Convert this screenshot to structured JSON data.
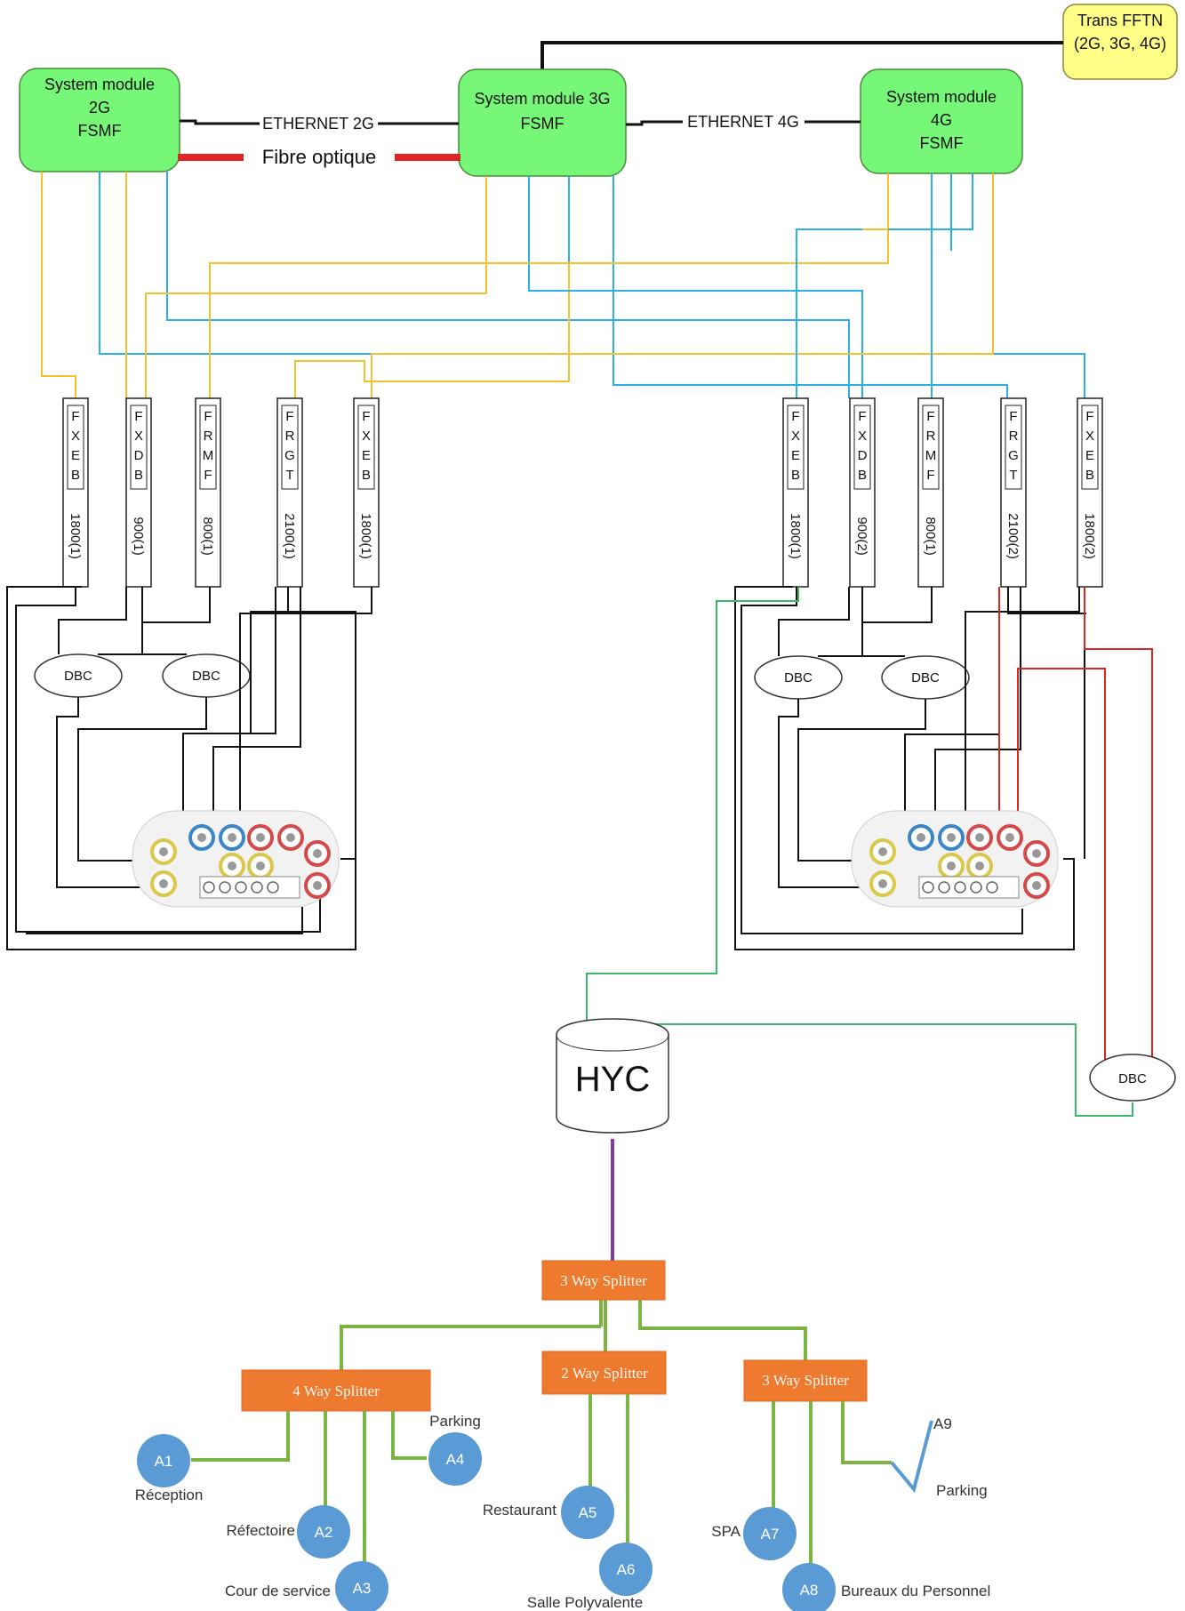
{
  "title_box": {
    "line1": "Trans FFTN",
    "line2": "(2G, 3G, 4G)"
  },
  "system_modules": [
    {
      "id": "2g",
      "line1": "System module",
      "line2": "2G",
      "line3": "FSMF"
    },
    {
      "id": "3g",
      "line1": "System module 3G",
      "line2": "FSMF"
    },
    {
      "id": "4g",
      "line1": "System module",
      "line2": "4G",
      "line3": "FSMF"
    }
  ],
  "links": {
    "eth2g": "ETHERNET 2G",
    "eth4g": "ETHERNET 4G",
    "fibre": "Fibre optique"
  },
  "left_rf_modules": [
    {
      "type": "FXEB",
      "band": "1800(1)"
    },
    {
      "type": "FXDB",
      "band": "900(1)"
    },
    {
      "type": "FRMF",
      "band": "800(1)"
    },
    {
      "type": "FRGT",
      "band": "2100(1)"
    },
    {
      "type": "FXEB",
      "band": "1800(1)"
    }
  ],
  "right_rf_modules": [
    {
      "type": "FXEB",
      "band": "1800(1)"
    },
    {
      "type": "FXDB",
      "band": "900(2)"
    },
    {
      "type": "FRMF",
      "band": "800(1)"
    },
    {
      "type": "FRGT",
      "band": "2100(2)"
    },
    {
      "type": "FXEB",
      "band": "1800(2)"
    }
  ],
  "dbc_label": "DBC",
  "hyc_label": "HYC",
  "splitters": {
    "main": "3 Way Splitter",
    "left": "4 Way Splitter",
    "middle": "2 Way Splitter",
    "right": "3 Way Splitter"
  },
  "antennas": [
    {
      "id": "A1",
      "room": "Réception"
    },
    {
      "id": "A2",
      "room": "Réfectoire"
    },
    {
      "id": "A3",
      "room": "Cour de service"
    },
    {
      "id": "A4",
      "room": "Parking"
    },
    {
      "id": "A5",
      "room": "Restaurant"
    },
    {
      "id": "A6",
      "room": "Salle Polyvalente"
    },
    {
      "id": "A7",
      "room": "SPA"
    },
    {
      "id": "A8",
      "room": "Bureaux du Personnel"
    },
    {
      "id": "A9",
      "room": "Parking"
    }
  ],
  "colors": {
    "system_module": "#77f777",
    "fttn_box": "#ffff88",
    "yellow_cable": "#f5c22e",
    "blue_cable": "#2ab0e6",
    "green_cable": "#3cb86a",
    "red_cable": "#e02424",
    "splitter": "#ee7a2f",
    "antenna": "#5b9bd5",
    "hyc_feed": "#7b3fa0"
  }
}
